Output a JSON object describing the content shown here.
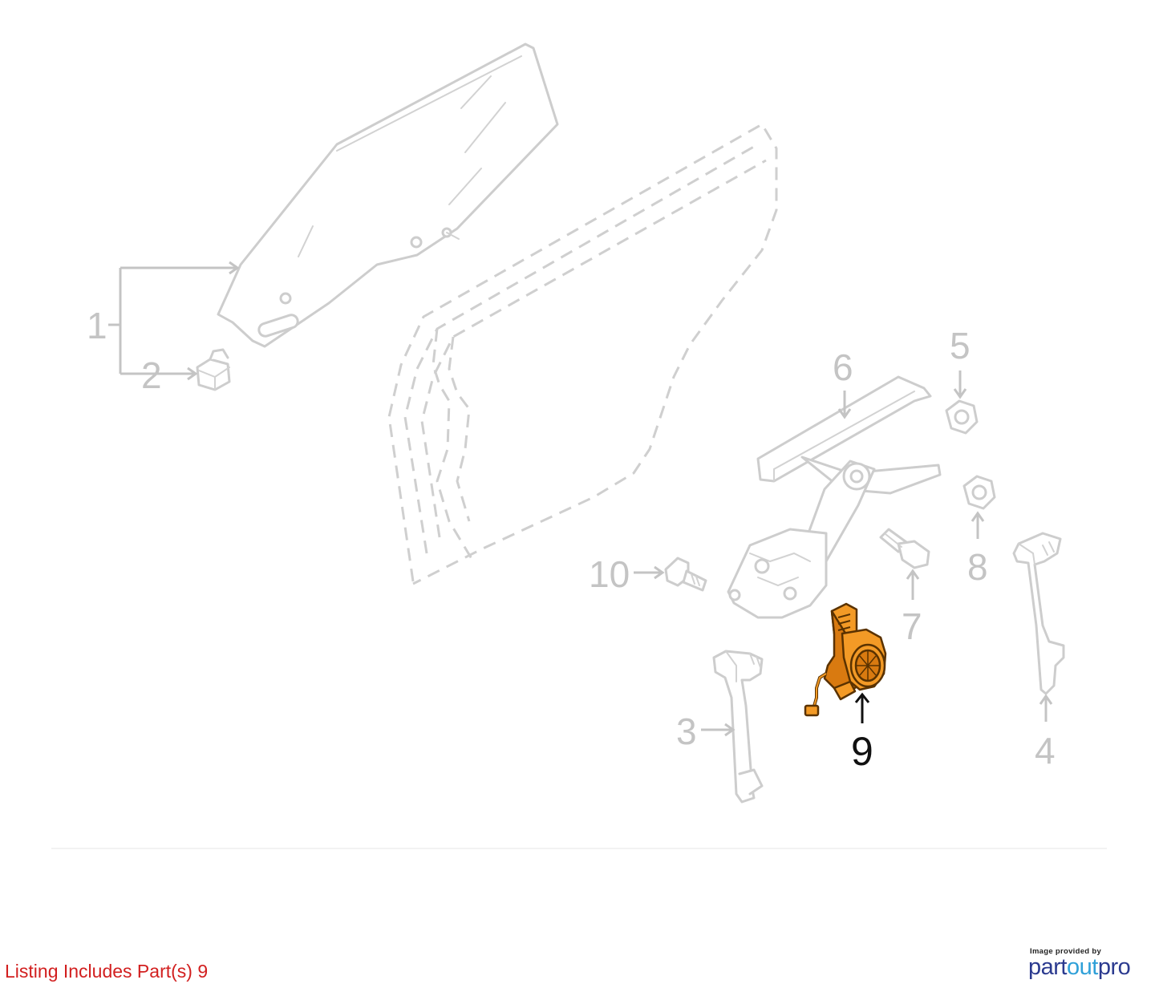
{
  "callouts": [
    {
      "id": "1",
      "label": "1",
      "highlighted": false
    },
    {
      "id": "2",
      "label": "2",
      "highlighted": false
    },
    {
      "id": "3",
      "label": "3",
      "highlighted": false
    },
    {
      "id": "4",
      "label": "4",
      "highlighted": false
    },
    {
      "id": "5",
      "label": "5",
      "highlighted": false
    },
    {
      "id": "6",
      "label": "6",
      "highlighted": false
    },
    {
      "id": "7",
      "label": "7",
      "highlighted": false
    },
    {
      "id": "8",
      "label": "8",
      "highlighted": false
    },
    {
      "id": "9",
      "label": "9",
      "highlighted": true
    },
    {
      "id": "10",
      "label": "10",
      "highlighted": false
    }
  ],
  "listing_note": "Listing Includes Part(s) 9",
  "provider": {
    "caption": "Image provided by",
    "name_part1": "part",
    "name_part2": "out",
    "name_part3": "pro"
  },
  "colors": {
    "highlight_part": "#f39a26",
    "ghost_part": "#cdcdcd",
    "listing_note": "#d21f1f",
    "logo_primary": "#2b3a8f",
    "logo_accent": "#2fa0d8"
  }
}
